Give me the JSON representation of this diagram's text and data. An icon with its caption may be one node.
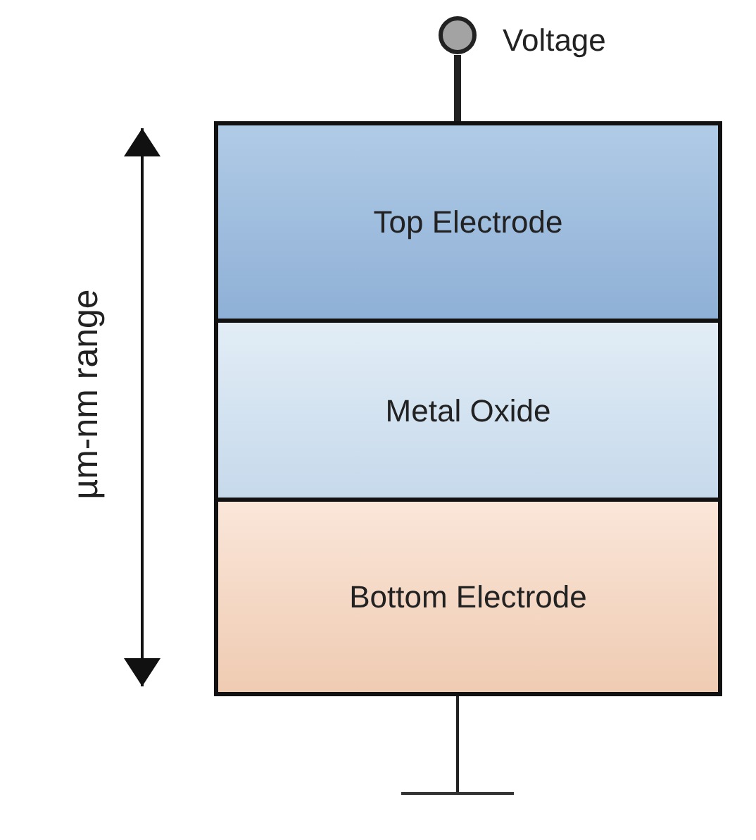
{
  "diagram": {
    "nodes": [
      {
        "text": [],
        "shape": "circle",
        "beside": [
          "Voltage"
        ]
      },
      {
        "text": [
          "Top Electrode"
        ]
      },
      {
        "text": [
          "Metal Oxide"
        ]
      },
      {
        "text": [
          "Bottom Electrode"
        ]
      },
      {
        "text": [],
        "shape": "ground"
      }
    ],
    "edges": [
      {
        "from": 0,
        "to": 1,
        "arrow": "none",
        "style": "thick"
      },
      {
        "from": 3,
        "to": 4,
        "arrow": "none"
      }
    ],
    "labels": [
      "µm-nm range"
    ]
  }
}
